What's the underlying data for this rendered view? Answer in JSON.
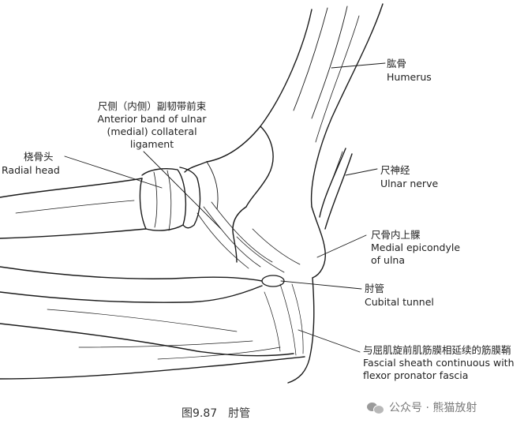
{
  "labels": {
    "humerus_zh": "肱骨",
    "humerus_en": "Humerus",
    "ligament_zh": "尺侧（内侧）副韧带前束",
    "ligament_en_1": "Anterior band of ulnar",
    "ligament_en_2": "(medial) collateral",
    "ligament_en_3": "ligament",
    "radial_head_zh": "桡骨头",
    "radial_head_en": "Radial head",
    "ulnar_nerve_zh": "尺神经",
    "ulnar_nerve_en": "Ulnar nerve",
    "epicondyle_zh": "尺骨内上髁",
    "epicondyle_en_1": "Medial epicondyle",
    "epicondyle_en_2": "of ulna",
    "cubital_zh": "肘管",
    "cubital_en": "Cubital tunnel",
    "fascia_zh": "与屈肌旋前肌筋膜相延续的筋膜鞘",
    "fascia_en_1": "Fascial sheath continuous with",
    "fascia_en_2": "flexor pronator fascia"
  },
  "caption": "图9.87　肘管",
  "watermark": "公众号 · 熊猫放射"
}
